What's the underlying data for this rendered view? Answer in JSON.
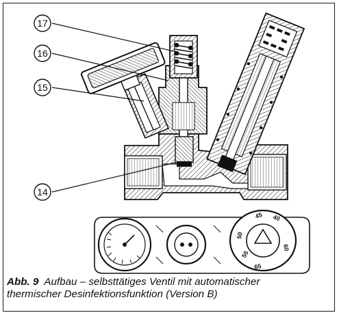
{
  "figure": {
    "label": "Abb. 9",
    "caption_line1": "Aufbau – selbsttätiges Ventil mit automatischer",
    "caption_line2": "thermischer Desinfektionsfunktion (Version B)"
  },
  "callouts": [
    {
      "number": "17"
    },
    {
      "number": "16"
    },
    {
      "number": "15"
    },
    {
      "number": "14"
    }
  ],
  "dial_scale": [
    "40",
    "45",
    "50",
    "55",
    "60",
    "65"
  ]
}
